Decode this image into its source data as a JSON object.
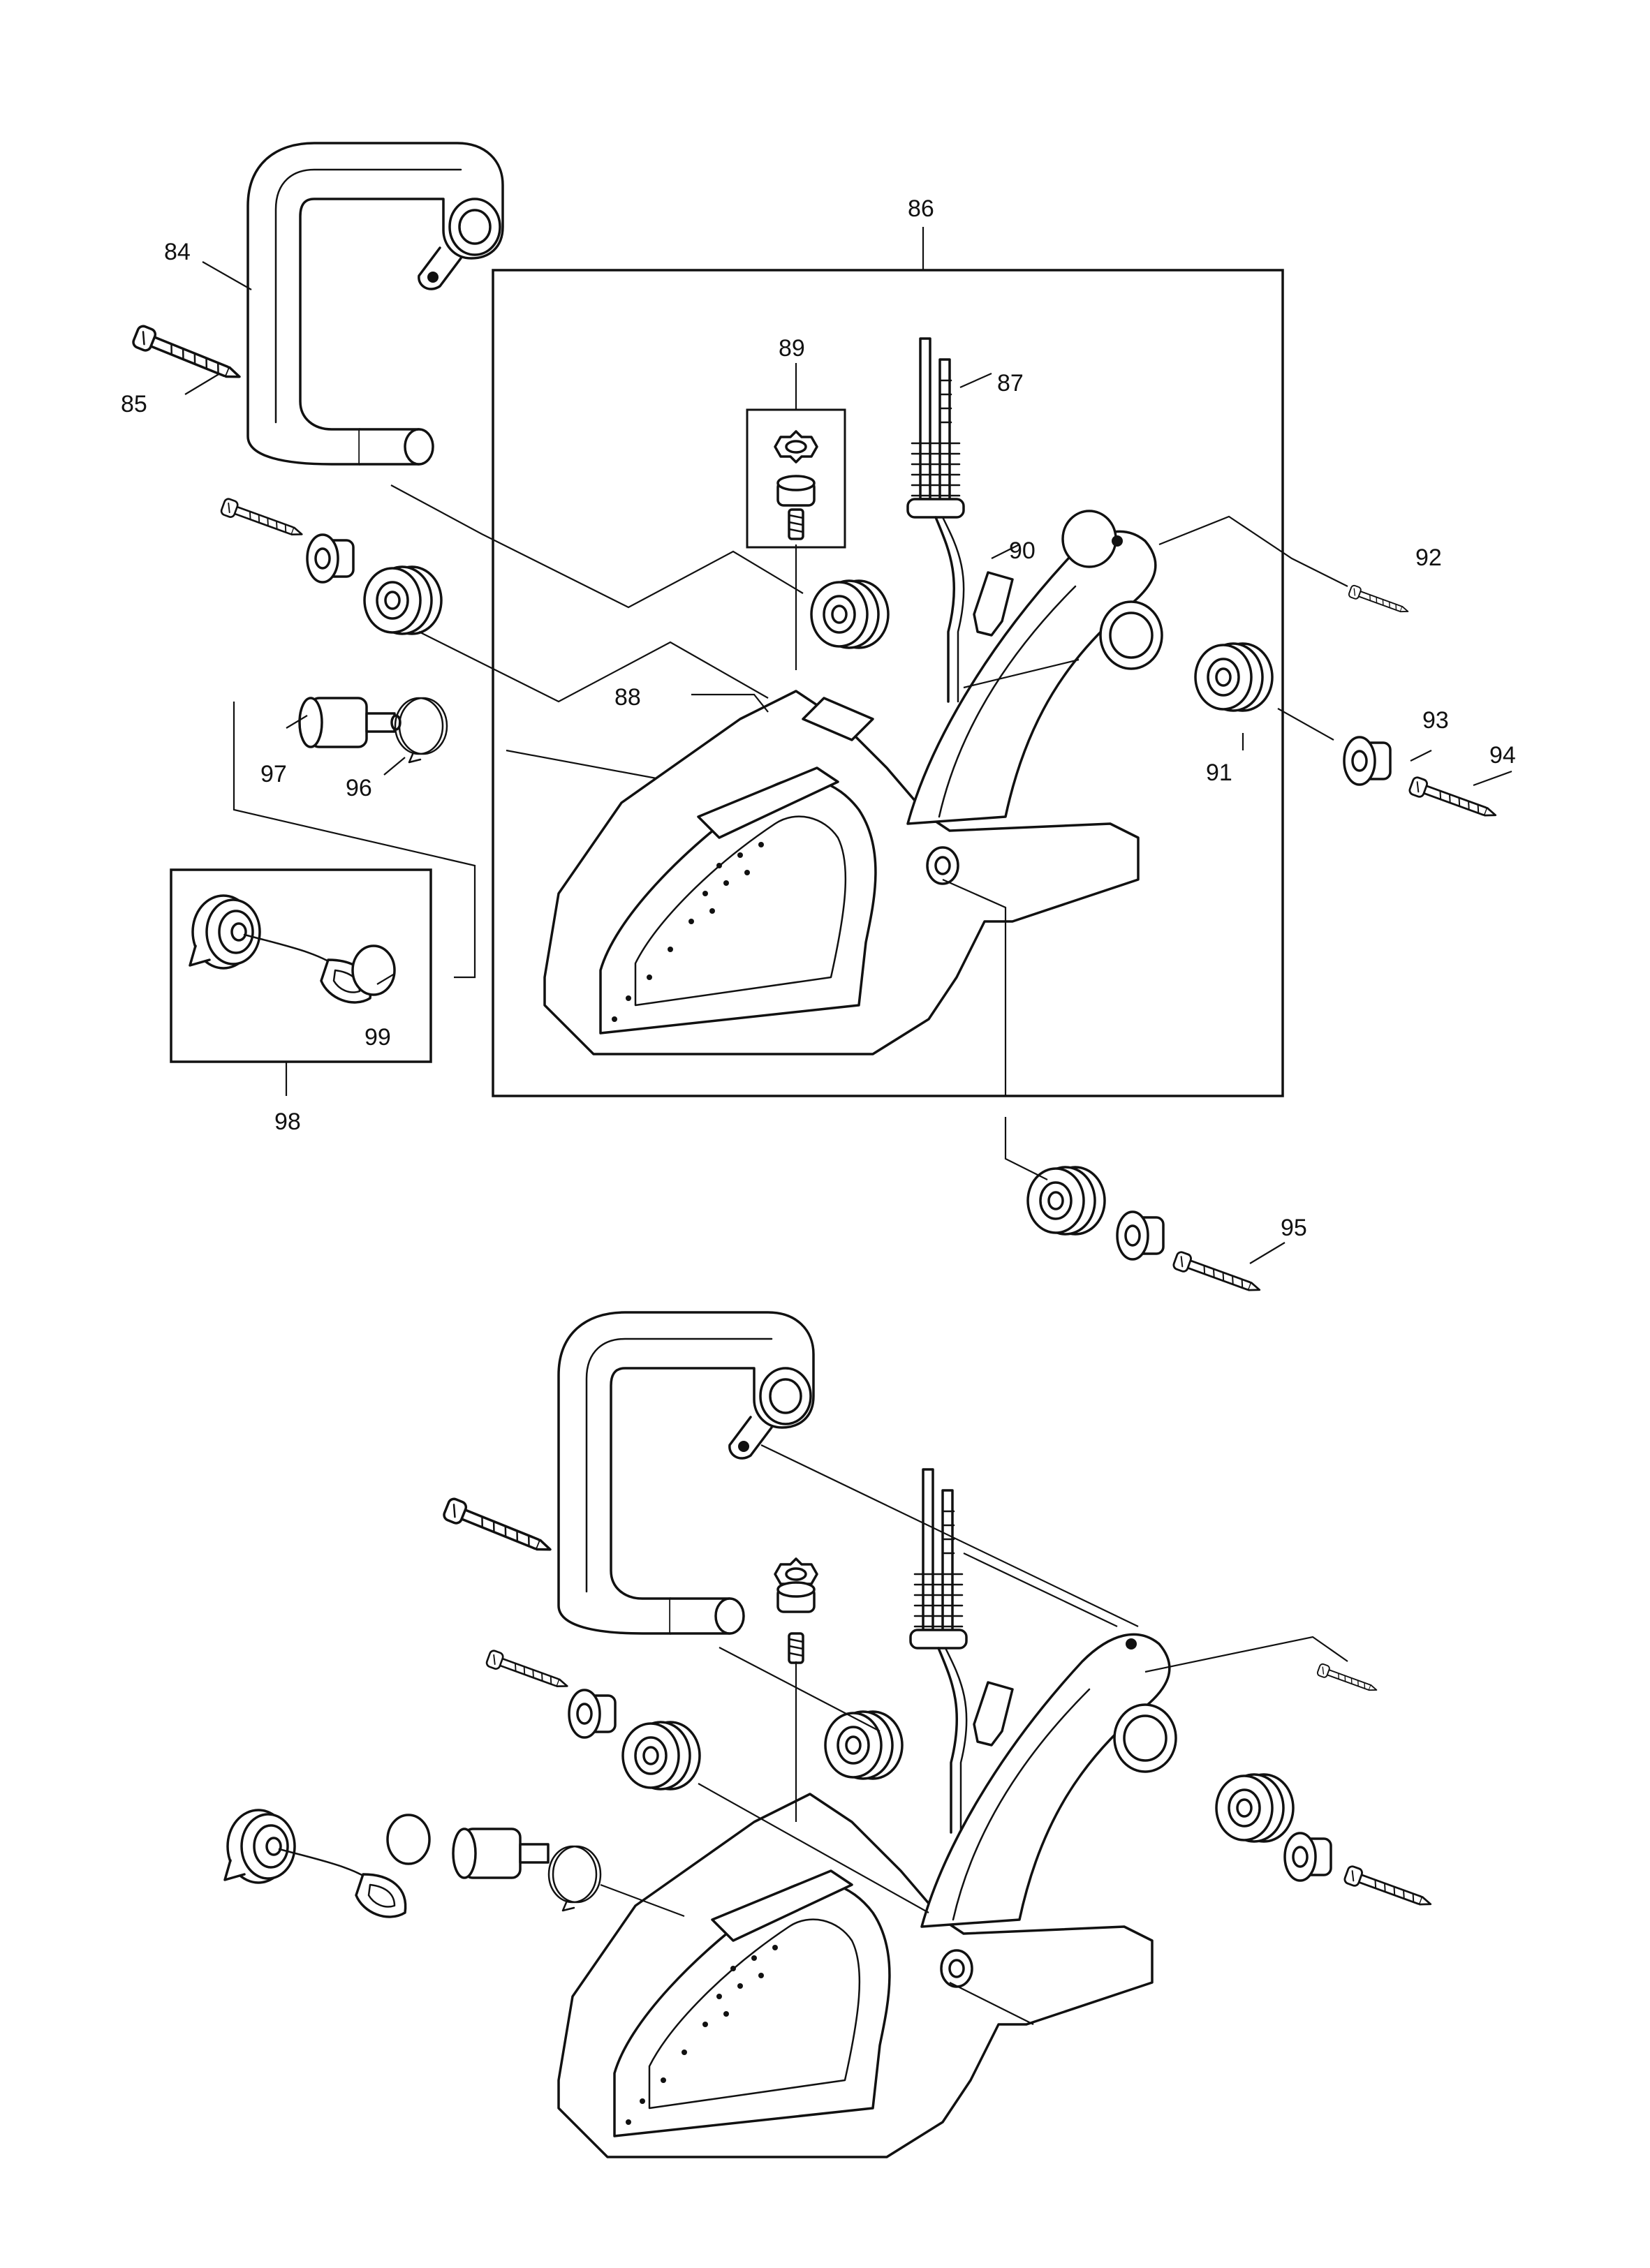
{
  "labels": {
    "84": "84",
    "85": "85",
    "86": "86",
    "87": "87",
    "88": "88",
    "89": "89",
    "90": "90",
    "91": "91",
    "92": "92",
    "93": "93",
    "94": "94",
    "95": "95",
    "96": "96",
    "97": "97",
    "98": "98",
    "99": "99"
  },
  "icons": {
    "handle": "front-handle-icon",
    "bolt": "screw-icon",
    "damper": "rubber-damper-icon",
    "housing": "rear-handle-housing-icon",
    "cable": "throttle-cable-icon",
    "cap": "fuel-cap-icon"
  }
}
